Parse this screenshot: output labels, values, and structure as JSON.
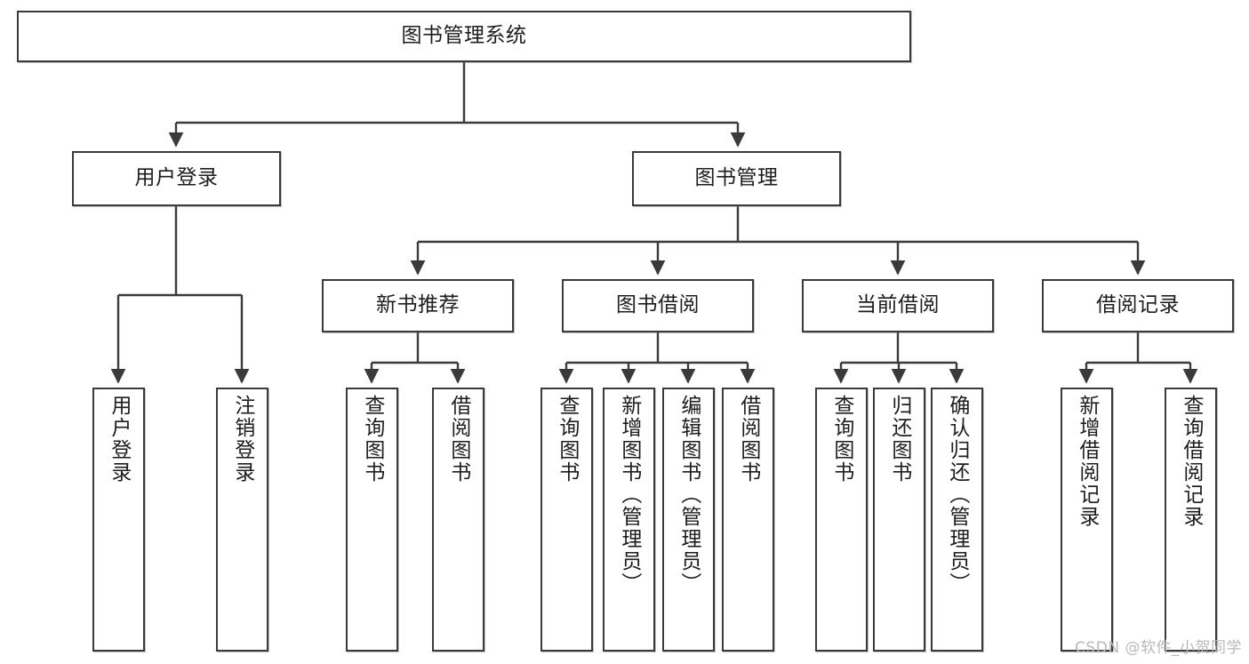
{
  "diagram": {
    "type": "tree",
    "title": "图书管理系统",
    "orientation": "top-down",
    "line_color": "#3a3a3a",
    "box_fill": "#ffffff",
    "text_color": "#1d1d1d",
    "levels": 4
  },
  "nodes": {
    "root": {
      "label": "图书管理系统"
    },
    "level2": [
      {
        "label": "用户登录"
      },
      {
        "label": "图书管理"
      }
    ],
    "level3": [
      {
        "label": "新书推荐"
      },
      {
        "label": "图书借阅"
      },
      {
        "label": "当前借阅"
      },
      {
        "label": "借阅记录"
      }
    ],
    "login_leaves": [
      {
        "label": "用户登录"
      },
      {
        "label": "注销登录"
      }
    ],
    "newbook_leaves": [
      {
        "label": "查询图书"
      },
      {
        "label": "借阅图书"
      }
    ],
    "borrow_leaves": [
      {
        "label": "查询图书"
      },
      {
        "label": "新增图书（管理员）"
      },
      {
        "label": "编辑图书（管理员）"
      },
      {
        "label": "借阅图书"
      }
    ],
    "current_leaves": [
      {
        "label": "查询图书"
      },
      {
        "label": "归还图书"
      },
      {
        "label": "确认归还（管理员）"
      }
    ],
    "record_leaves": [
      {
        "label": "新增借阅记录"
      },
      {
        "label": "查询借阅记录"
      }
    ]
  },
  "watermark": {
    "text": "CSDN @软件_小贺同学"
  }
}
